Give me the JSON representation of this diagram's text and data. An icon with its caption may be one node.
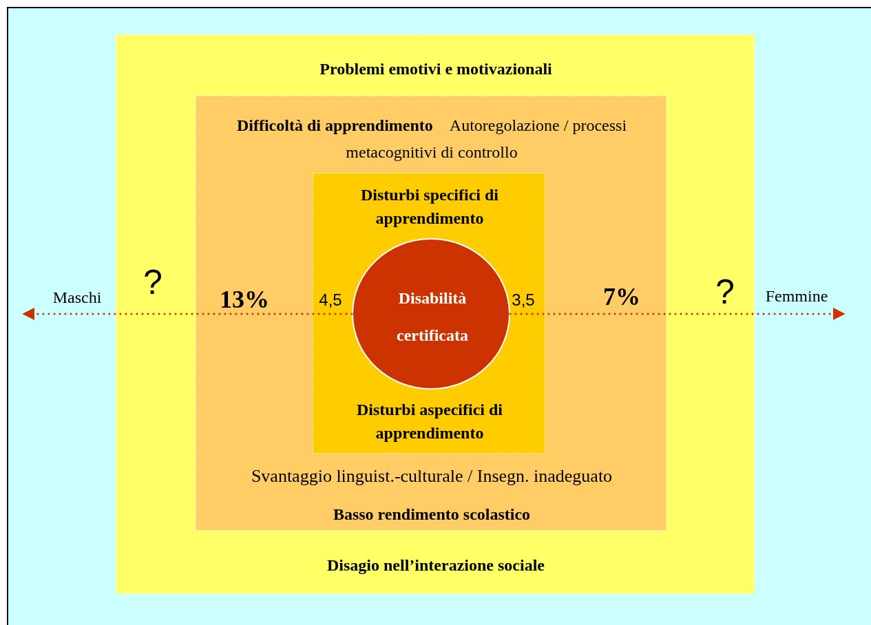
{
  "diagram": {
    "nodes": [
      {
        "text": [
          "Problemi emotivi e motivazionali",
          "Disagio nell’interazione sociale"
        ]
      },
      {
        "text": [
          "Difficoltà di apprendimento",
          "Autoregolazione / processi metacognitivi di controllo",
          "Svantaggio linguist.-culturale / Insegn. inadeguato",
          "Basso rendimento scolastico"
        ],
        "in": 0
      },
      {
        "text": [
          "Disturbi specifici di apprendimento",
          "Disturbi aspecifici di apprendimento"
        ],
        "in": 1
      },
      {
        "text": [
          "Disabilità certificata"
        ],
        "in": 2
      }
    ],
    "edges": [
      {
        "from": 3,
        "to": null,
        "arrow": "to",
        "style": "dashed",
        "color": "#cc3300"
      },
      {
        "from": 3,
        "to": null,
        "arrow": "to",
        "style": "dashed",
        "color": "#cc3300"
      }
    ],
    "labels": [
      "Maschi",
      "?",
      "13%",
      "4,5",
      "3,5",
      "7%",
      "?",
      "Femmine"
    ]
  }
}
